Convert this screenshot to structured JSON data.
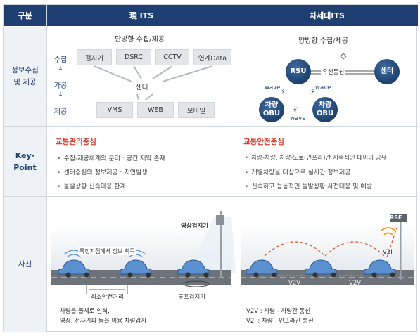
{
  "header": {
    "col0": "구분",
    "col1": "現 ITS",
    "col2": "차세대ITS"
  },
  "rows": {
    "info": {
      "label_line1": "정보수집",
      "label_line2": "및 제공"
    },
    "key": {
      "label_line1": "Key-",
      "label_line2": "Point"
    },
    "photo": {
      "label": "사진"
    }
  },
  "current_info": {
    "title": "단방향 수집/제공",
    "flow": [
      "수집",
      "↓",
      "가공",
      "↓",
      "제공"
    ],
    "collect_boxes": [
      "검지기",
      "DSRC",
      "CCTV",
      "연계Data"
    ],
    "center": "센터",
    "provide_boxes": [
      "VMS",
      "WEB",
      "모바일"
    ]
  },
  "next_info": {
    "title": "양방향 수집/제공",
    "rsu": "RSU",
    "center": "센터",
    "wired": "유선통신",
    "obu_left": "차량\nOBU",
    "obu_right": "차량\nOBU",
    "obu_left_l1": "차량",
    "obu_left_l2": "OBU",
    "obu_right_l1": "차량",
    "obu_right_l2": "OBU",
    "wave1": "wave",
    "wave2": "wave",
    "wave3": "wave"
  },
  "current_key": {
    "heading": "교통관리중심",
    "bullets": [
      "수집-제공체계의 분리 : 공간 제약 존재",
      "센터중심의 정보제공 : 지연발생",
      "돌발상황 신속대응 한계"
    ]
  },
  "next_key": {
    "heading": "교통안전중심",
    "bullets": [
      "차량-차량, 차량-도로(인프라)간 지속적인 데이터 공유",
      "개별차량을 대상으로 실시간 정보제공",
      "신속하고 능동적인 돌발상황 사전대응 및 예방"
    ]
  },
  "current_photo": {
    "detector": "영상검지기",
    "spot": "특정지점에서 정보 획득",
    "min_dist": "최소안전거리",
    "loop": "루프검지기",
    "note_l1": "차량을 물체로 인식,",
    "note_l2": "영상, 전자기파 등을 이용 차량검지"
  },
  "next_photo": {
    "rse": "RSE",
    "v2i": "V2I",
    "v2v_a": "V2V",
    "v2v_b": "V2V",
    "note_l1": "V2V : 차량 - 차량간 통신",
    "note_l2": "V2I : 차량 - 인프라간 통신"
  },
  "colors": {
    "header_bg": "#1f3f73",
    "accent_red": "#d23b2e",
    "label_bg": "#eef1f6"
  }
}
